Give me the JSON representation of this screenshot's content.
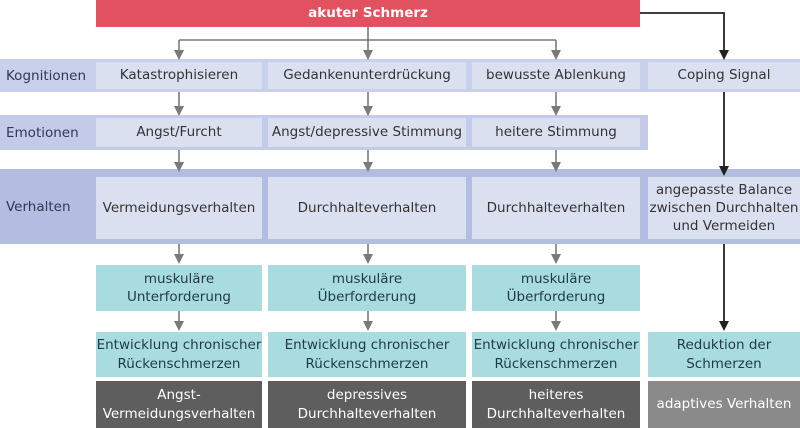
{
  "top": {
    "label": "akuter Schmerz"
  },
  "rows": {
    "kognitionen": "Kognitionen",
    "emotionen": "Emotionen",
    "verhalten": "Verhalten"
  },
  "columns": [
    {
      "kognition": "Katastrophisieren",
      "emotion": "Angst/Furcht",
      "verhalten": "Vermeidungsverhalten",
      "muskel": "muskuläre Unterforderung",
      "entwicklung": "Entwicklung chronischer Rückenschmerzen",
      "ergebnis": "Angst-Vermeidungsverhalten"
    },
    {
      "kognition": "Gedankenunterdrückung",
      "emotion": "Angst/depressive Stimmung",
      "verhalten": "Durchhalteverhalten",
      "muskel": "muskuläre Überforderung",
      "entwicklung": "Entwicklung chronischer Rückenschmerzen",
      "ergebnis": "depressives Durchhalteverhalten"
    },
    {
      "kognition": "bewusste Ablenkung",
      "emotion": "heitere Stimmung",
      "verhalten": "Durchhalteverhalten",
      "muskel": "muskuläre Überforderung",
      "entwicklung": "Entwicklung chronischer Rückenschmerzen",
      "ergebnis": "heiteres Durchhalteverhalten"
    },
    {
      "kognition": "Coping Signal",
      "verhalten": "angepasste Balance zwischen Durchhalten und Vermeiden",
      "entwicklung": "Reduktion der Schmerzen",
      "ergebnis": "adaptives Verhalten"
    }
  ],
  "colors": {
    "top": "#e1515f",
    "row_band": "#c3cbe8",
    "cell": "#dbe0f1",
    "teal": "#a9dcdf",
    "dark": "#5e5e5e",
    "grey": "#8a8a8a",
    "arrow": "#7a7a7a",
    "arrow_dark": "#222222"
  }
}
